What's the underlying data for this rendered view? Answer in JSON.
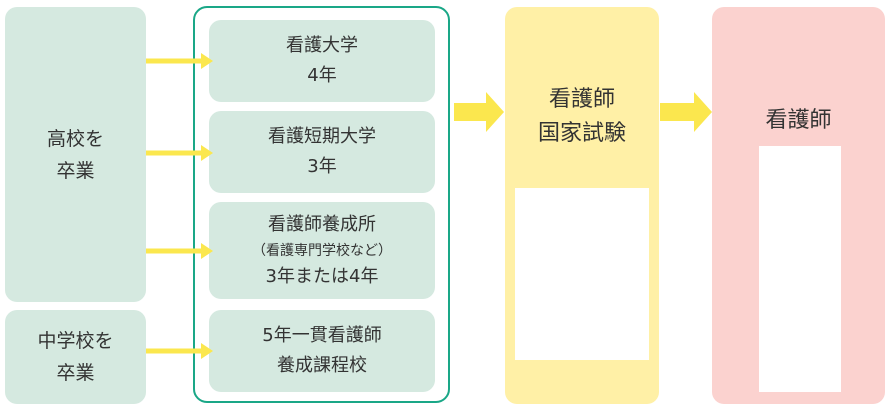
{
  "sources": {
    "high_school": {
      "line1": "高校を",
      "line2": "卒業"
    },
    "middle_school": {
      "line1": "中学校を",
      "line2": "卒業"
    }
  },
  "schools": [
    {
      "line1": "看護大学",
      "line2": "4年"
    },
    {
      "line1": "看護短期大学",
      "line2": "3年"
    },
    {
      "line1": "看護師養成所",
      "note": "（看護専門学校など）",
      "line2": "3年または4年"
    },
    {
      "line1": "5年一貫看護師",
      "line2": "養成課程校"
    }
  ],
  "exam": {
    "line1": "看護師",
    "line2": "国家試験"
  },
  "result": {
    "label": "看護師"
  },
  "colors": {
    "source_bg": "#d5e9e0",
    "frame_border": "#1aa787",
    "exam_bg": "#fff0a6",
    "result_bg": "#fbd2cf",
    "arrow": "#fbe74e"
  }
}
